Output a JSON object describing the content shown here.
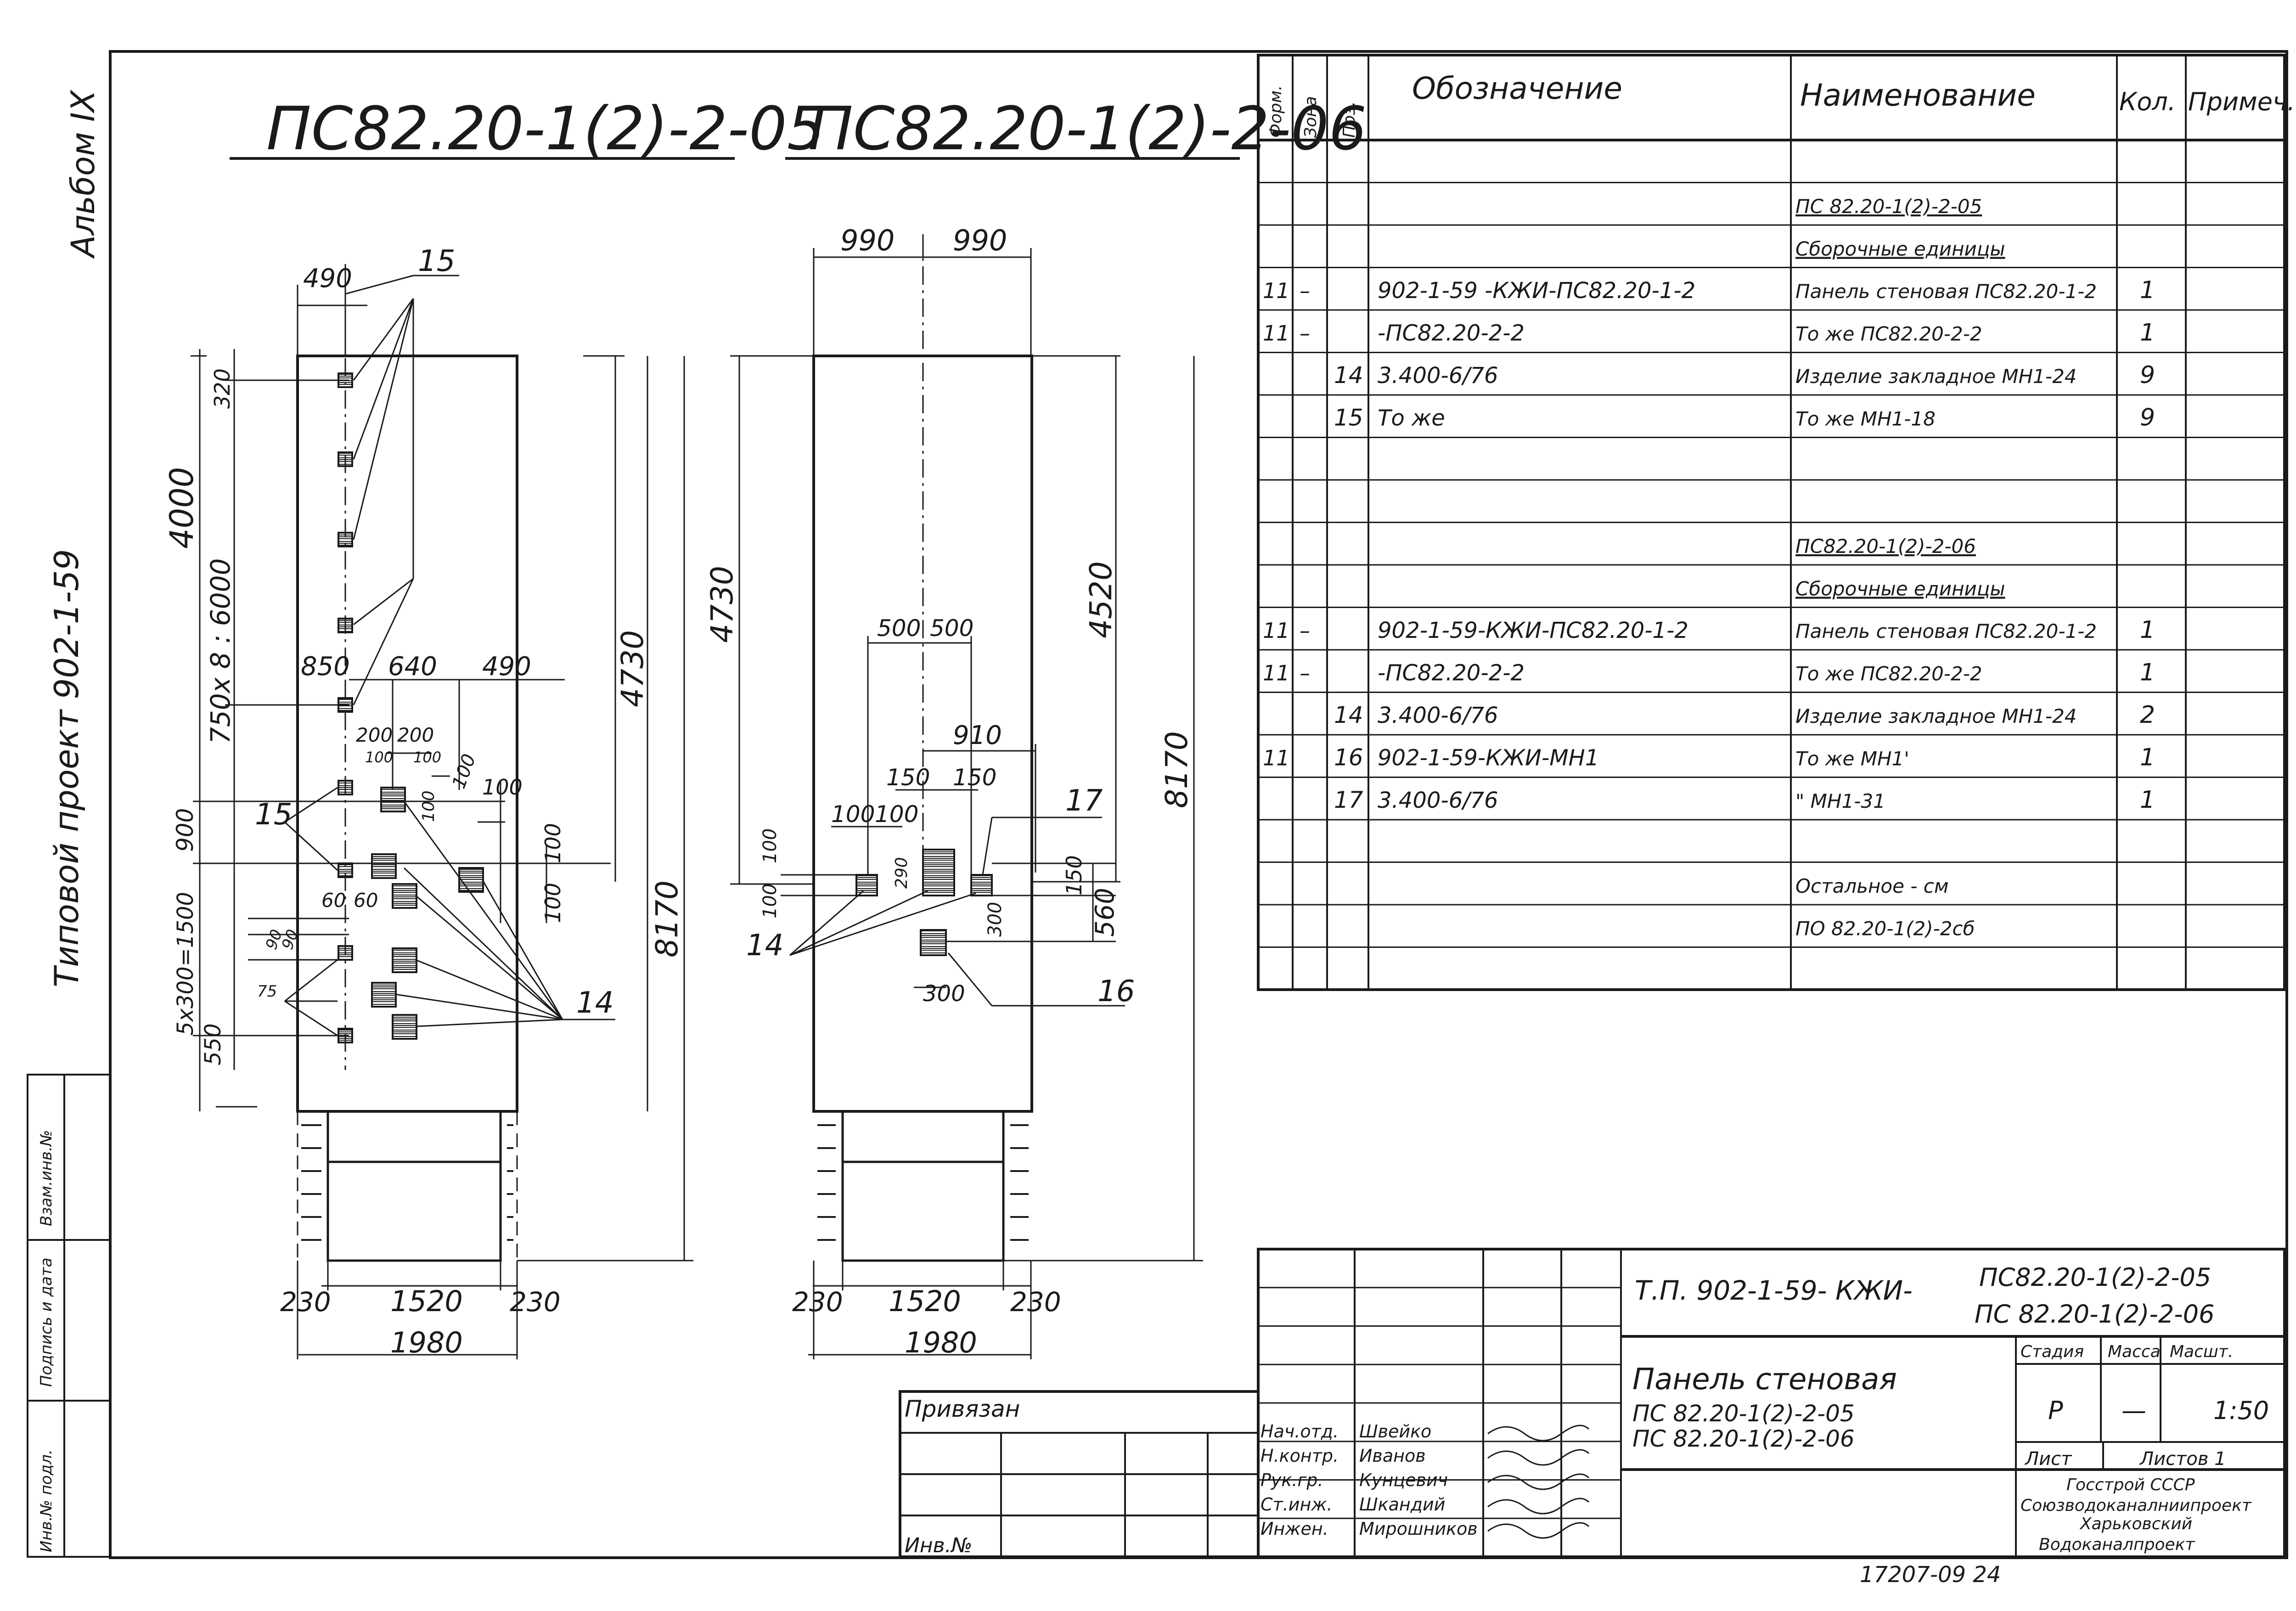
{
  "views": {
    "left": {
      "title": "ПС82.20-1(2)-2-05",
      "dims": {
        "top_left": "490",
        "top_callout": "15",
        "v320": "320",
        "v4000": "4000",
        "v750x8": "750x 8 : 6000",
        "r4730": "4730",
        "r8170": "8170",
        "d850": "850",
        "d640": "640",
        "d490b": "490",
        "d200a": "200",
        "d200b": "200",
        "d100a": "100",
        "d100b": "100",
        "d100c": "100",
        "d100d": "100",
        "d100e": "100",
        "d100f": "100",
        "v900": "900",
        "v1500": "5x300=1500",
        "v550": "550",
        "d60a": "60",
        "d60b": "60",
        "d90a": "90",
        "d90b": "90",
        "d75": "75",
        "callout15b": "15",
        "callout14": "14",
        "b230a": "230",
        "b1520": "1520",
        "b230b": "230",
        "b1980": "1980"
      }
    },
    "right": {
      "title": "ПС82.20-1(2)-2-06",
      "dims": {
        "top990a": "990",
        "top990b": "990",
        "l4730": "4730",
        "r4520": "4520",
        "r8170": "8170",
        "d500a": "500",
        "d500b": "500",
        "d910": "910",
        "d150a": "150",
        "d150b": "150",
        "d100a": "100",
        "d100b": "100",
        "l100a": "100",
        "l100b": "100",
        "d290": "290",
        "c17": "17",
        "c14": "14",
        "c16": "16",
        "r150": "150",
        "r560": "560",
        "d300a": "300",
        "d300b": "300",
        "b230a": "230",
        "b1520": "1520",
        "b230b": "230",
        "b1980": "1980"
      }
    }
  },
  "side": {
    "album": "Альбом IX",
    "project": "Типовой проект 902-1-59",
    "stamp_labels": [
      "Взам.инв.№",
      "Подпись и дата",
      "Инв.№ подл."
    ]
  },
  "spec": {
    "headers": [
      "Форм.",
      "Зона",
      "Поз.",
      "Обозначение",
      "Наименование",
      "Кол.",
      "Примеч."
    ],
    "rows": [
      {
        "f": "",
        "z": "",
        "p": "",
        "d": "",
        "n": "",
        "k": ""
      },
      {
        "f": "",
        "z": "",
        "p": "",
        "d": "",
        "n": "ПС 82.20-1(2)-2-05",
        "k": "",
        "u": true
      },
      {
        "f": "",
        "z": "",
        "p": "",
        "d": "",
        "n": "Сборочные единицы",
        "k": "",
        "u": true
      },
      {
        "f": "11",
        "z": "–",
        "p": "",
        "d": "902-1-59 -КЖИ-ПС82.20-1-2",
        "n": "Панель стеновая ПС82.20-1-2",
        "k": "1"
      },
      {
        "f": "11",
        "z": "–",
        "p": "",
        "d": "-ПС82.20-2-2",
        "n": "То же ПС82.20-2-2",
        "k": "1"
      },
      {
        "f": "",
        "z": "",
        "p": "14",
        "d": "3.400-6/76",
        "n": "Изделие закладное МН1-24",
        "k": "9"
      },
      {
        "f": "",
        "z": "",
        "p": "15",
        "d": "То же",
        "n": "То же МН1-18",
        "k": "9"
      },
      {
        "f": "",
        "z": "",
        "p": "",
        "d": "",
        "n": "",
        "k": ""
      },
      {
        "f": "",
        "z": "",
        "p": "",
        "d": "",
        "n": "",
        "k": ""
      },
      {
        "f": "",
        "z": "",
        "p": "",
        "d": "",
        "n": "ПС82.20-1(2)-2-06",
        "k": "",
        "u": true
      },
      {
        "f": "",
        "z": "",
        "p": "",
        "d": "",
        "n": "Сборочные единицы",
        "k": "",
        "u": true
      },
      {
        "f": "11",
        "z": "–",
        "p": "",
        "d": "902-1-59-КЖИ-ПС82.20-1-2",
        "n": "Панель стеновая ПС82.20-1-2",
        "k": "1"
      },
      {
        "f": "11",
        "z": "–",
        "p": "",
        "d": "-ПС82.20-2-2",
        "n": "То же ПС82.20-2-2",
        "k": "1"
      },
      {
        "f": "",
        "z": "",
        "p": "14",
        "d": "3.400-6/76",
        "n": "Изделие закладное МН1-24",
        "k": "2"
      },
      {
        "f": "11",
        "z": "",
        "p": "16",
        "d": "902-1-59-КЖИ-МН1",
        "n": "То же МН1'",
        "k": "1"
      },
      {
        "f": "",
        "z": "",
        "p": "17",
        "d": "3.400-6/76",
        "n": "\" МН1-31",
        "k": "1"
      },
      {
        "f": "",
        "z": "",
        "p": "",
        "d": "",
        "n": "",
        "k": ""
      },
      {
        "f": "",
        "z": "",
        "p": "",
        "d": "",
        "n": "Остальное - см",
        "k": ""
      },
      {
        "f": "",
        "z": "",
        "p": "",
        "d": "",
        "n": "ПО 82.20-1(2)-2сб",
        "k": ""
      },
      {
        "f": "",
        "z": "",
        "p": "",
        "d": "",
        "n": "",
        "k": ""
      }
    ]
  },
  "title_block": {
    "code": "Т.П. 902-1-59- КЖИ-",
    "code_a": "ПС82.20-1(2)-2-05",
    "code_b": "ПС 82.20-1(2)-2-06",
    "name1": "Панель стеновая",
    "name2": "ПС 82.20-1(2)-2-05",
    "name3": "ПС 82.20-1(2)-2-06",
    "stage_label": "Стадия",
    "mass_label": "Масса",
    "scale_label": "Масшт.",
    "stage": "Р",
    "mass": "—",
    "scale": "1:50",
    "sheet_label": "Лист",
    "sheets_label": "Листов 1",
    "org1": "Госстрой СССР",
    "org2": "Союзводоканалниипроект",
    "org3": "Харьковский",
    "org4": "Водоканалпроект",
    "privyazan": "Привязан",
    "inv": "Инв.№",
    "people": [
      {
        "role": "Нач.отд.",
        "name": "Швейко"
      },
      {
        "role": "Н.контр.",
        "name": "Иванов"
      },
      {
        "role": "Рук.гр.",
        "name": "Кунцевич"
      },
      {
        "role": "Ст.инж.",
        "name": "Шкандий"
      },
      {
        "role": "Инжен.",
        "name": "Мирошников"
      }
    ],
    "footer": "17207-09 24"
  }
}
